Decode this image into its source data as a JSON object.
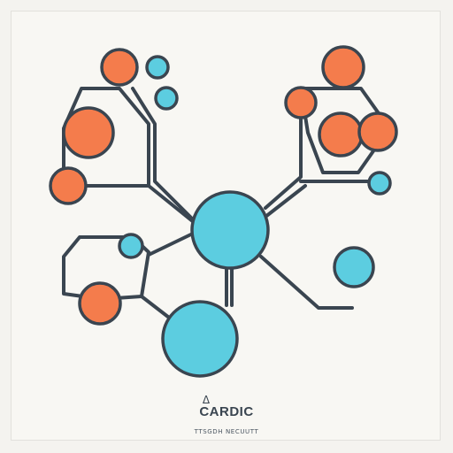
{
  "logo": {
    "mark": "Δ",
    "name": "CARDIC",
    "tagline": "TTSGDH NECUUTT"
  },
  "colors": {
    "background": "#f8f7f3",
    "outline": "#3a4550",
    "accent_orange": "#f47c4c",
    "accent_cyan": "#5ccde0"
  },
  "icons": {
    "network": "molecule-network-icon"
  }
}
